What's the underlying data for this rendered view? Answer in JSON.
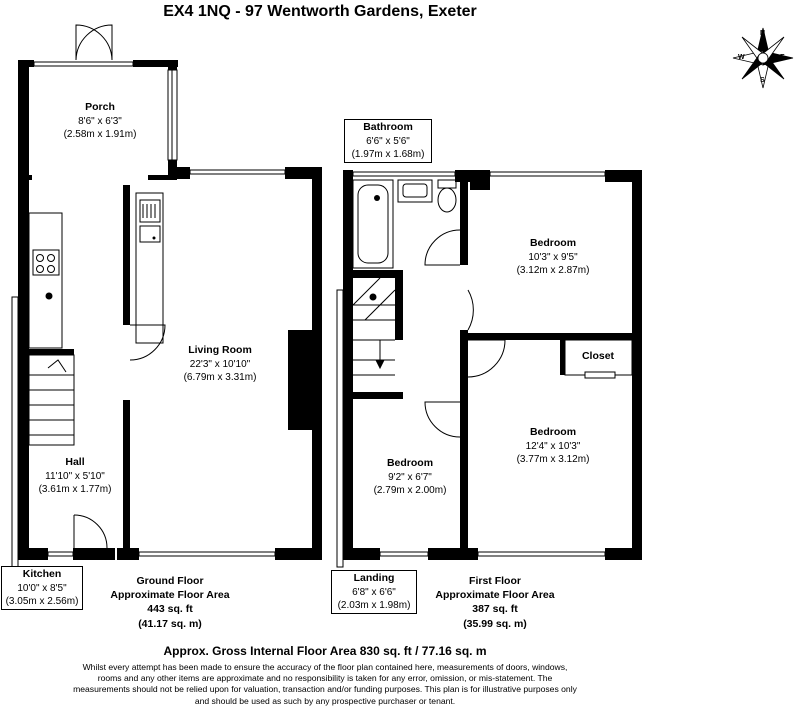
{
  "title": "EX4 1NQ - 97 Wentworth Gardens, Exeter",
  "rooms": {
    "porch": {
      "name": "Porch",
      "imperial": "8'6\" x 6'3\"",
      "metric": "(2.58m x 1.91m)"
    },
    "living": {
      "name": "Living Room",
      "imperial": "22'3\" x 10'10\"",
      "metric": "(6.79m x 3.31m)"
    },
    "hall": {
      "name": "Hall",
      "imperial": "11'10\" x 5'10\"",
      "metric": "(3.61m x 1.77m)"
    },
    "kitchen": {
      "name": "Kitchen",
      "imperial": "10'0\" x 8'5\"",
      "metric": "(3.05m x 2.56m)"
    },
    "bathroom": {
      "name": "Bathroom",
      "imperial": "6'6\" x 5'6\"",
      "metric": "(1.97m x 1.68m)"
    },
    "bedroom1": {
      "name": "Bedroom",
      "imperial": "10'3\" x 9'5\"",
      "metric": "(3.12m x 2.87m)"
    },
    "closet": {
      "name": "Closet"
    },
    "bedroom2": {
      "name": "Bedroom",
      "imperial": "12'4\" x 10'3\"",
      "metric": "(3.77m x 3.12m)"
    },
    "bedroom3": {
      "name": "Bedroom",
      "imperial": "9'2\" x 6'7\"",
      "metric": "(2.79m x 2.00m)"
    },
    "landing": {
      "name": "Landing",
      "imperial": "6'8\" x 6'6\"",
      "metric": "(2.03m x 1.98m)"
    }
  },
  "floors": {
    "ground": {
      "name": "Ground Floor",
      "caption": "Approximate Floor Area",
      "sqft": "443 sq. ft",
      "sqm": "(41.17 sq. m)"
    },
    "first": {
      "name": "First Floor",
      "caption": "Approximate Floor Area",
      "sqft": "387 sq. ft",
      "sqm": "(35.99 sq. m)"
    }
  },
  "gross_area": "Approx. Gross Internal Floor Area 830 sq. ft / 77.16 sq. m",
  "disclaimer": "Whilst every attempt has been made to ensure the accuracy of the floor plan contained here, measurements of doors, windows, rooms and any other items are approximate and no responsibility is taken for any error, omission, or mis-statement. The measurements should not be relied upon for valuation, transaction and/or funding purposes. This plan is for illustrative purposes only and should be used as such by any prospective purchaser or tenant.",
  "compass": {
    "n": "N",
    "s": "S",
    "e": "E",
    "w": "W"
  }
}
